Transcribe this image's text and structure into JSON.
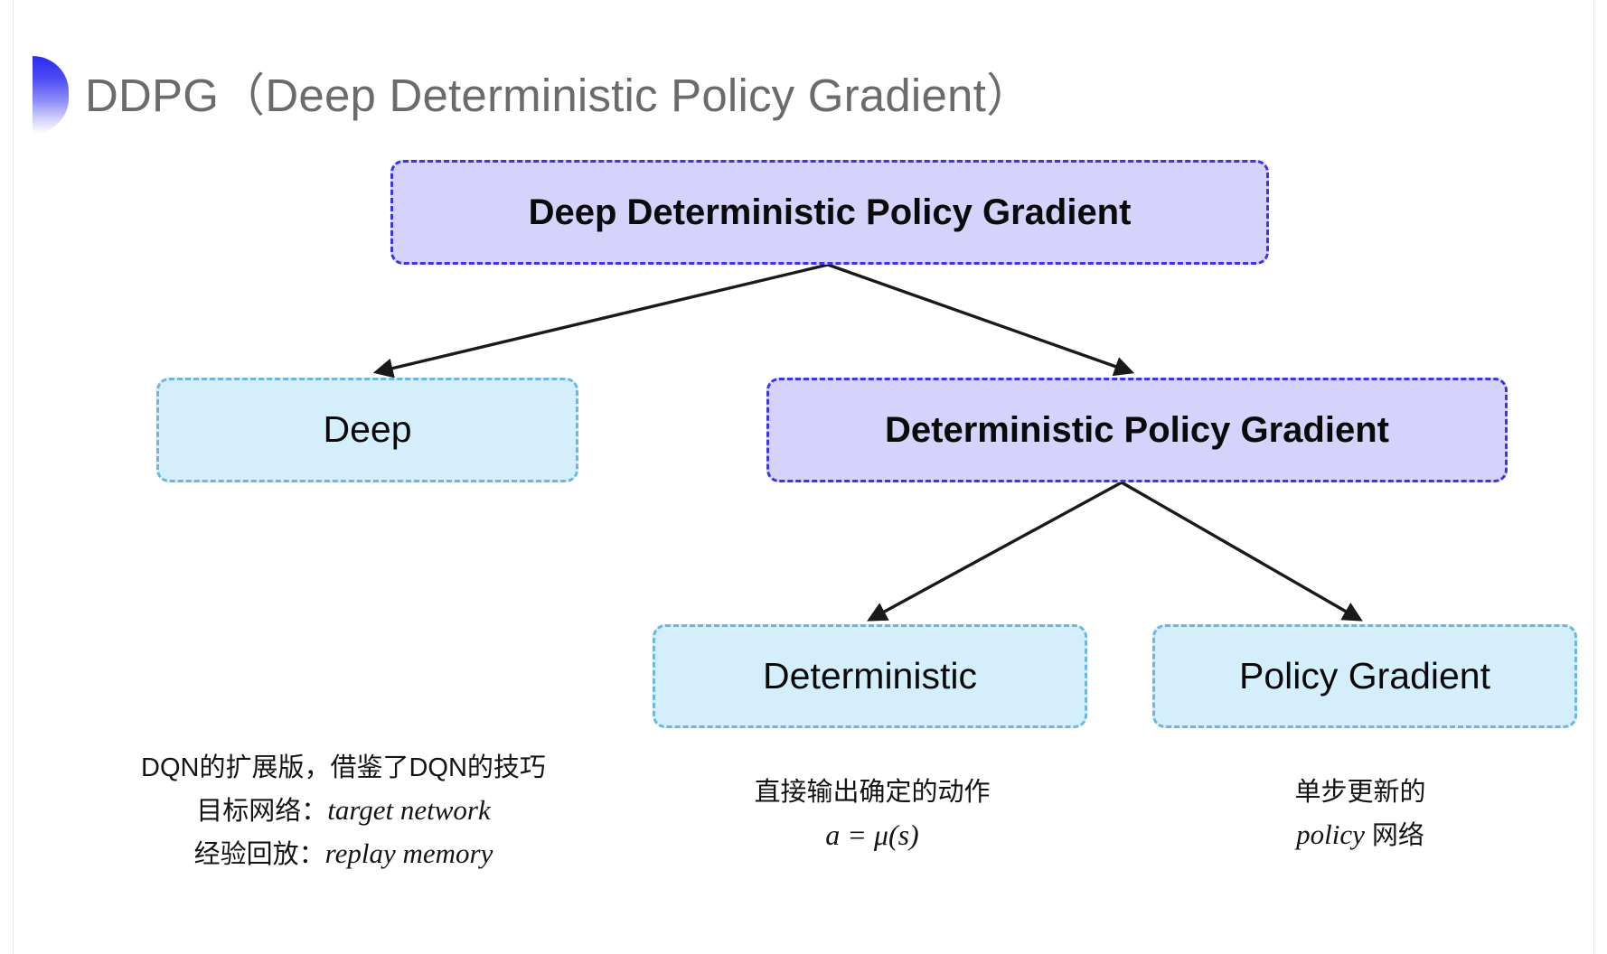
{
  "slide": {
    "title": "DDPG（Deep Deterministic Policy Gradient）",
    "background_color": "#ffffff",
    "bullet_icon": "gradient-half-circle-icon",
    "title_color": "#6b6b6b"
  },
  "diagram": {
    "type": "tree",
    "nodes": [
      {
        "id": "root",
        "label": "Deep Deterministic Policy Gradient",
        "fill": "#d5d2fb",
        "border": "#3c35e8",
        "level": 1
      },
      {
        "id": "deep",
        "label": "Deep",
        "fill": "#d4eefb",
        "border": "#6bb7e0",
        "level": 2
      },
      {
        "id": "dpg",
        "label": "Deterministic Policy Gradient",
        "fill": "#d5d2fb",
        "border": "#3c35e8",
        "level": 2
      },
      {
        "id": "deterministic",
        "label": "Deterministic",
        "fill": "#d4eefb",
        "border": "#6bb7e0",
        "level": 3
      },
      {
        "id": "policy_gradient",
        "label": "Policy Gradient",
        "fill": "#d4eefb",
        "border": "#6bb7e0",
        "level": 3
      }
    ],
    "edges": [
      {
        "from": "root",
        "to": "deep"
      },
      {
        "from": "root",
        "to": "dpg"
      },
      {
        "from": "dpg",
        "to": "deterministic"
      },
      {
        "from": "dpg",
        "to": "policy_gradient"
      }
    ],
    "edge_color": "#1a1a1a"
  },
  "notes": {
    "deep": {
      "line1": "DQN的扩展版，借鉴了DQN的技巧",
      "line2_label": "目标网络：",
      "line2_term": "target network",
      "line3_label": "经验回放：",
      "line3_term": "replay memory"
    },
    "deterministic": {
      "line1": "直接输出确定的动作",
      "formula": "a = μ(s)"
    },
    "policy_gradient": {
      "line1": "单步更新的",
      "line2_term": "policy",
      "line2_suffix": " 网络"
    }
  }
}
